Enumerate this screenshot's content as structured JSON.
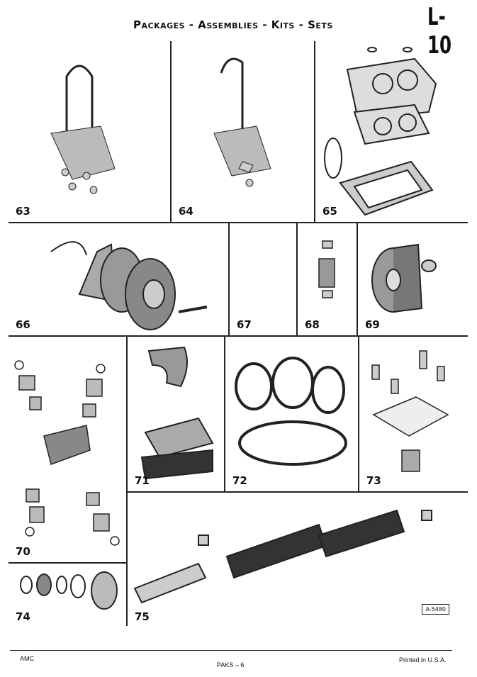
{
  "header": {
    "title": "Packages - Assemblies - Kits - Sets",
    "page_id": "L-10"
  },
  "cells": {
    "c63": "63",
    "c64": "64",
    "c65": "65",
    "c66": "66",
    "c67": "67",
    "c68": "68",
    "c69": "69",
    "c70": "70",
    "c71": "71",
    "c72": "72",
    "c73": "73",
    "c74": "74",
    "c75": "75"
  },
  "figure_ref": "A-5480",
  "footer": {
    "left": "AMC",
    "center": "PAKS – 6",
    "right": "Printed in U.S.A."
  }
}
